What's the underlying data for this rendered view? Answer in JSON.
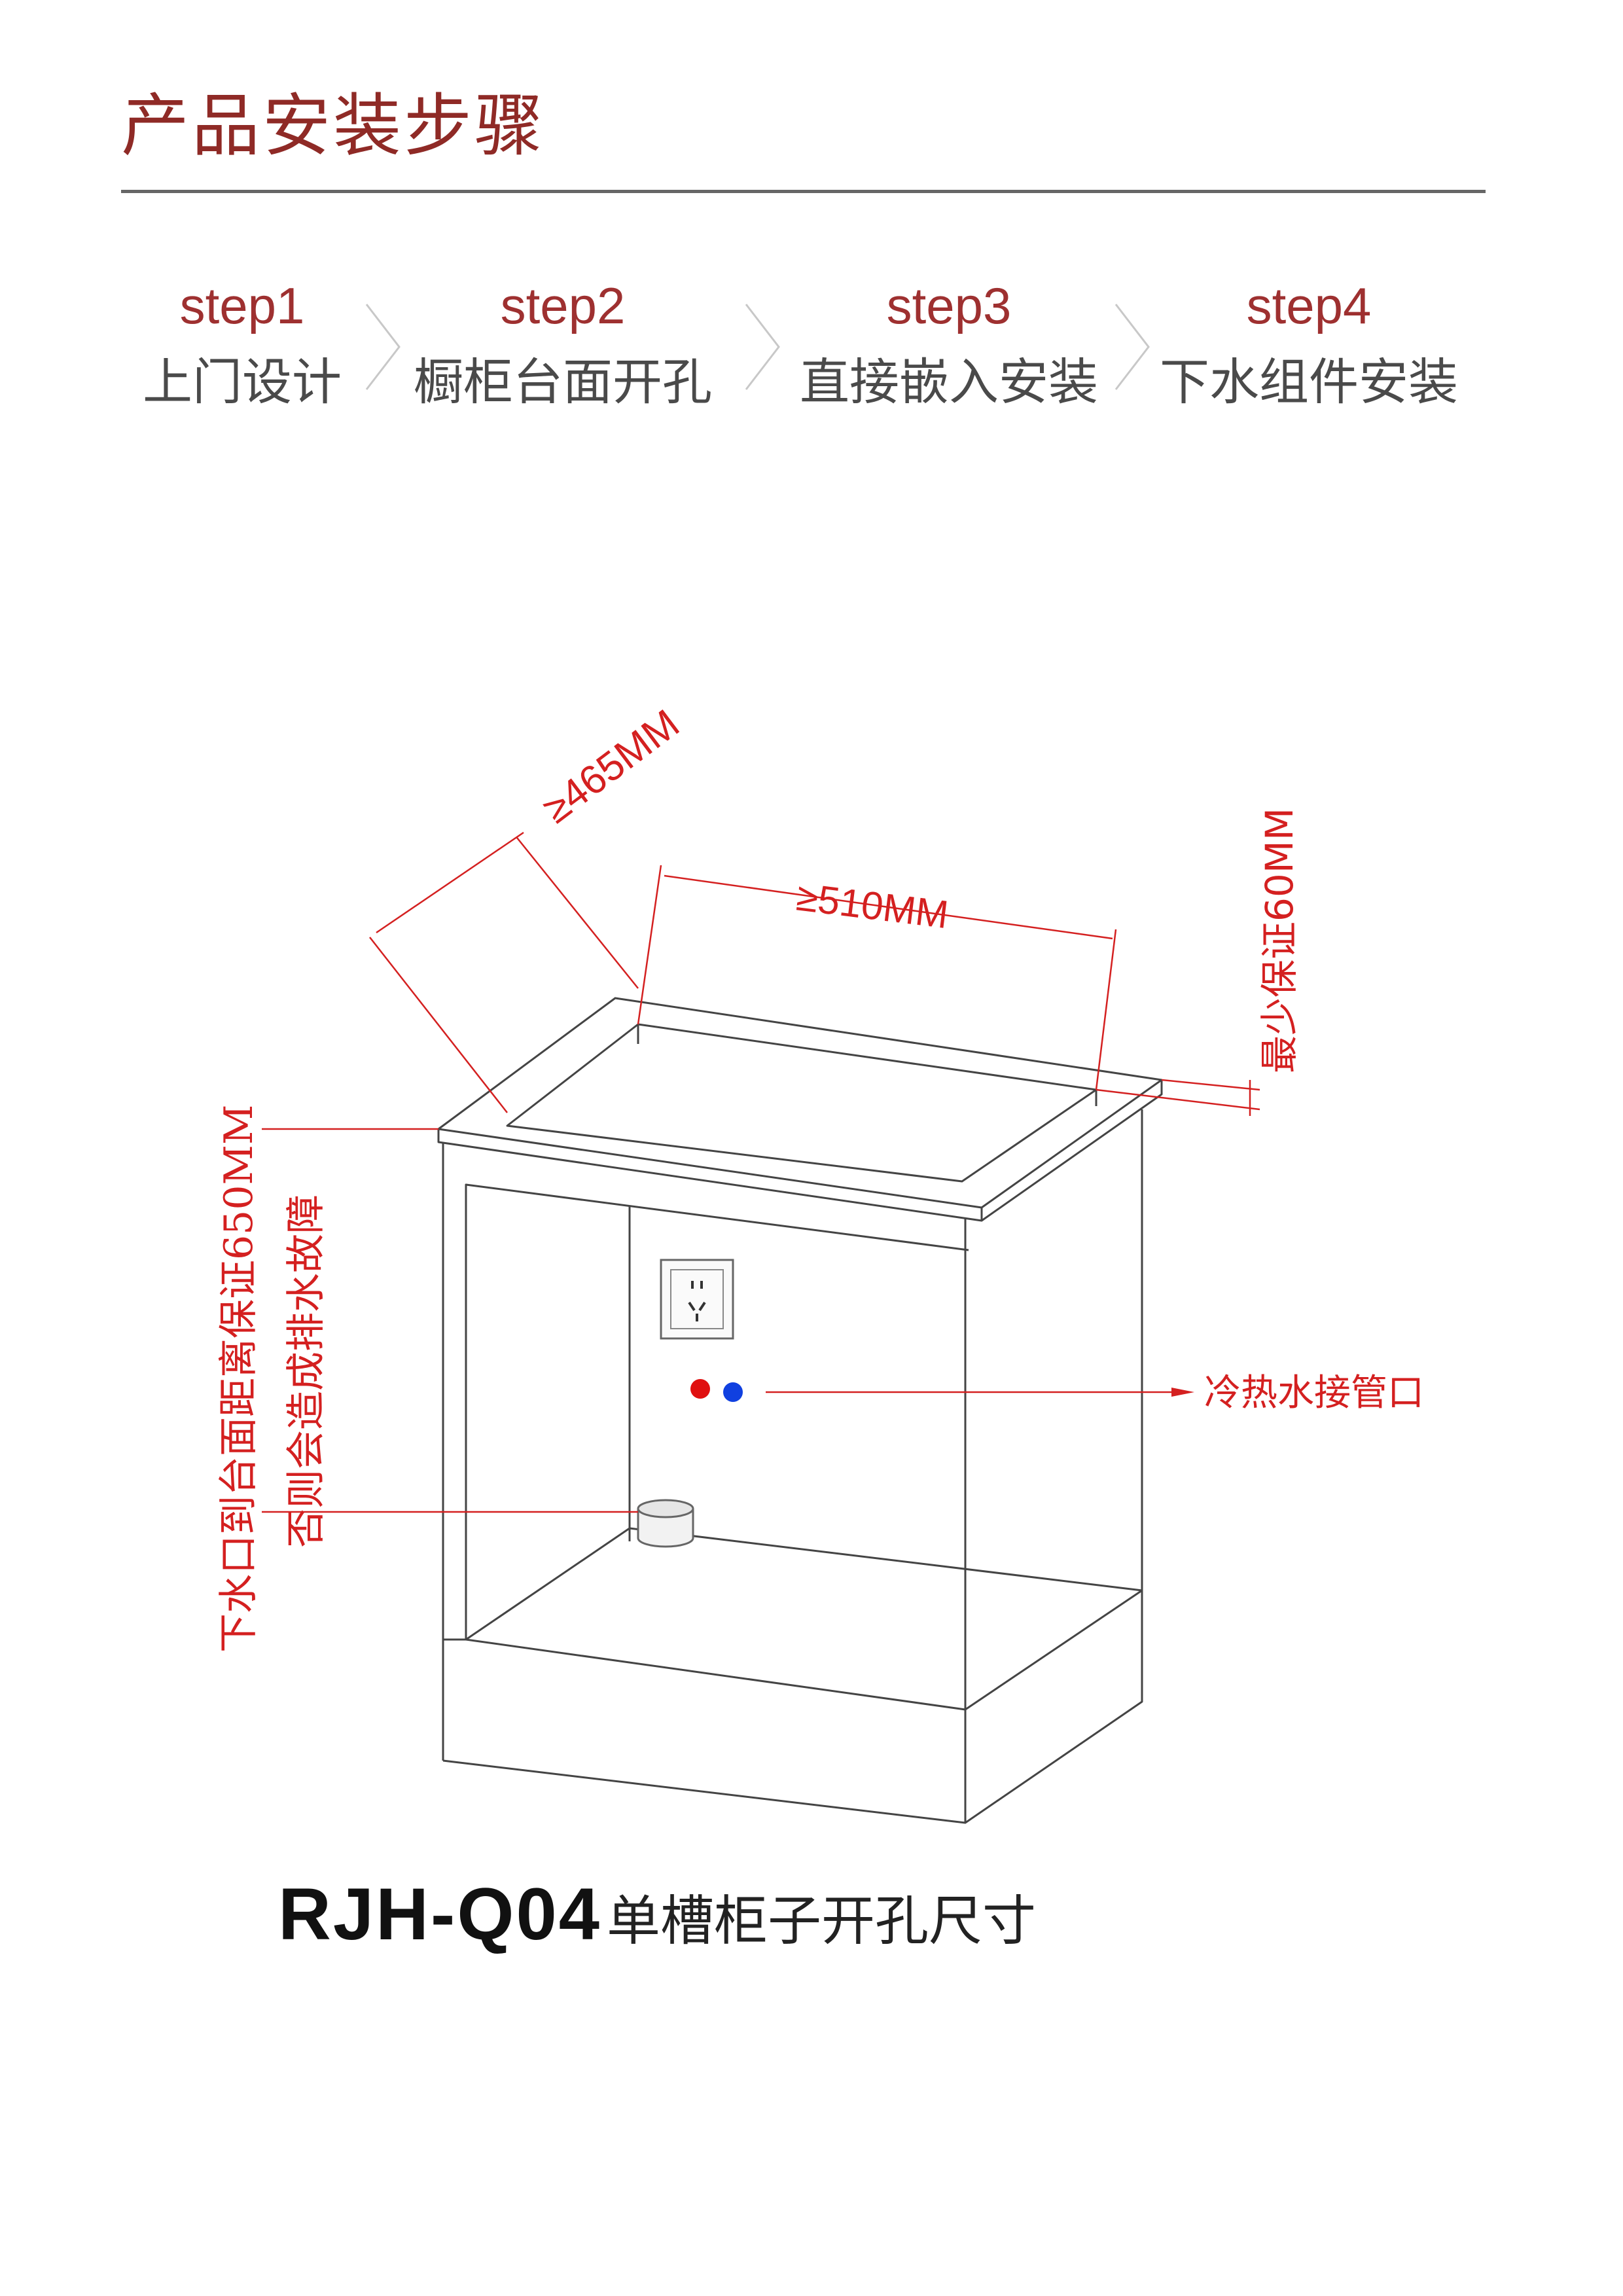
{
  "header": {
    "title": "产品安装步骤"
  },
  "steps": [
    {
      "label": "step1",
      "name": "上门设计"
    },
    {
      "label": "step2",
      "name": "橱柜台面开孔"
    },
    {
      "label": "step3",
      "name": "直接嵌入安装"
    },
    {
      "label": "step4",
      "name": "下水组件安装"
    }
  ],
  "diagram": {
    "depth_label": "≥465MM",
    "width_label": "≥510MM",
    "margin_label": "最少保证60MM",
    "drain_note_line1": "下水口到台面距离保证650MM",
    "drain_note_line2": "否则会造成排水故障",
    "water_pipe_label": "冷热水接管口",
    "colors": {
      "annotation": "#d42020",
      "hot": "#e01010",
      "cold": "#1040e0",
      "line": "#444444"
    }
  },
  "caption": {
    "model": "RJH-Q04",
    "description": "单槽柜子开孔尺寸"
  }
}
